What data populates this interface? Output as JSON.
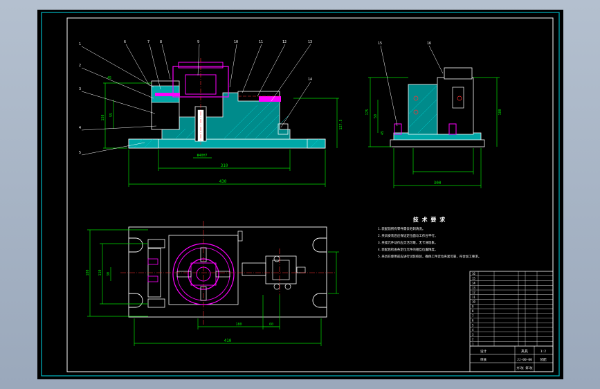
{
  "colors": {
    "background": "#a6b4c6",
    "sheet": "#000000",
    "frame_outer": "#00b7c3",
    "frame_inner": "#ffffff",
    "outline": "#ffffff",
    "dimension": "#00e000",
    "hatch": "#00a8a8",
    "part_magenta": "#ff00ff",
    "leader": "#ffffff",
    "center_line": "#ff3030",
    "note_text": "#ffffff"
  },
  "front_view": {
    "dims": {
      "overall_width": "430",
      "base_width": "310",
      "bore": "Φ40H7",
      "height_total": "127.5",
      "height_left": "150",
      "height_mid": "55",
      "height_small": "45"
    },
    "balloons": [
      "1",
      "2",
      "3",
      "4",
      "5",
      "6",
      "7",
      "8",
      "9",
      "10",
      "11",
      "12",
      "13",
      "14"
    ]
  },
  "side_view": {
    "dims": {
      "width": "300",
      "height_left": "175",
      "height_right": "180",
      "height_mid": "50",
      "height_small": "45"
    },
    "balloons": [
      "15",
      "16"
    ]
  },
  "top_view": {
    "dims": {
      "overall_width": "410",
      "offset": "180",
      "small": "60",
      "height_outer": "180",
      "height_inner": "110",
      "height_small": "30"
    }
  },
  "tech_notes": {
    "title": "技 术 要 求",
    "items": [
      "1.装配前所有零件需去毛刺清洗。",
      "2.夹具安装后应保证定位面与工作台平行。",
      "3.夹紧元件动作应灵活可靠，无卡滞现象。",
      "4.装配后检查各定位元件的相互位置精度。",
      "5.夹具在使用前应进行试装校验，确保工件定位夹紧可靠，符合加工要求。"
    ]
  },
  "title_block": {
    "name": "夹具",
    "drawing_no": "JJ-00-00",
    "scale": "1:2",
    "material": "装配",
    "designer": "设计",
    "checker": "审核",
    "sheet": "共1张 第1张",
    "rows": [
      "16",
      "15",
      "14",
      "13",
      "12",
      "11",
      "10",
      "9",
      "8",
      "7",
      "6",
      "5",
      "4",
      "3",
      "2",
      "1"
    ]
  }
}
